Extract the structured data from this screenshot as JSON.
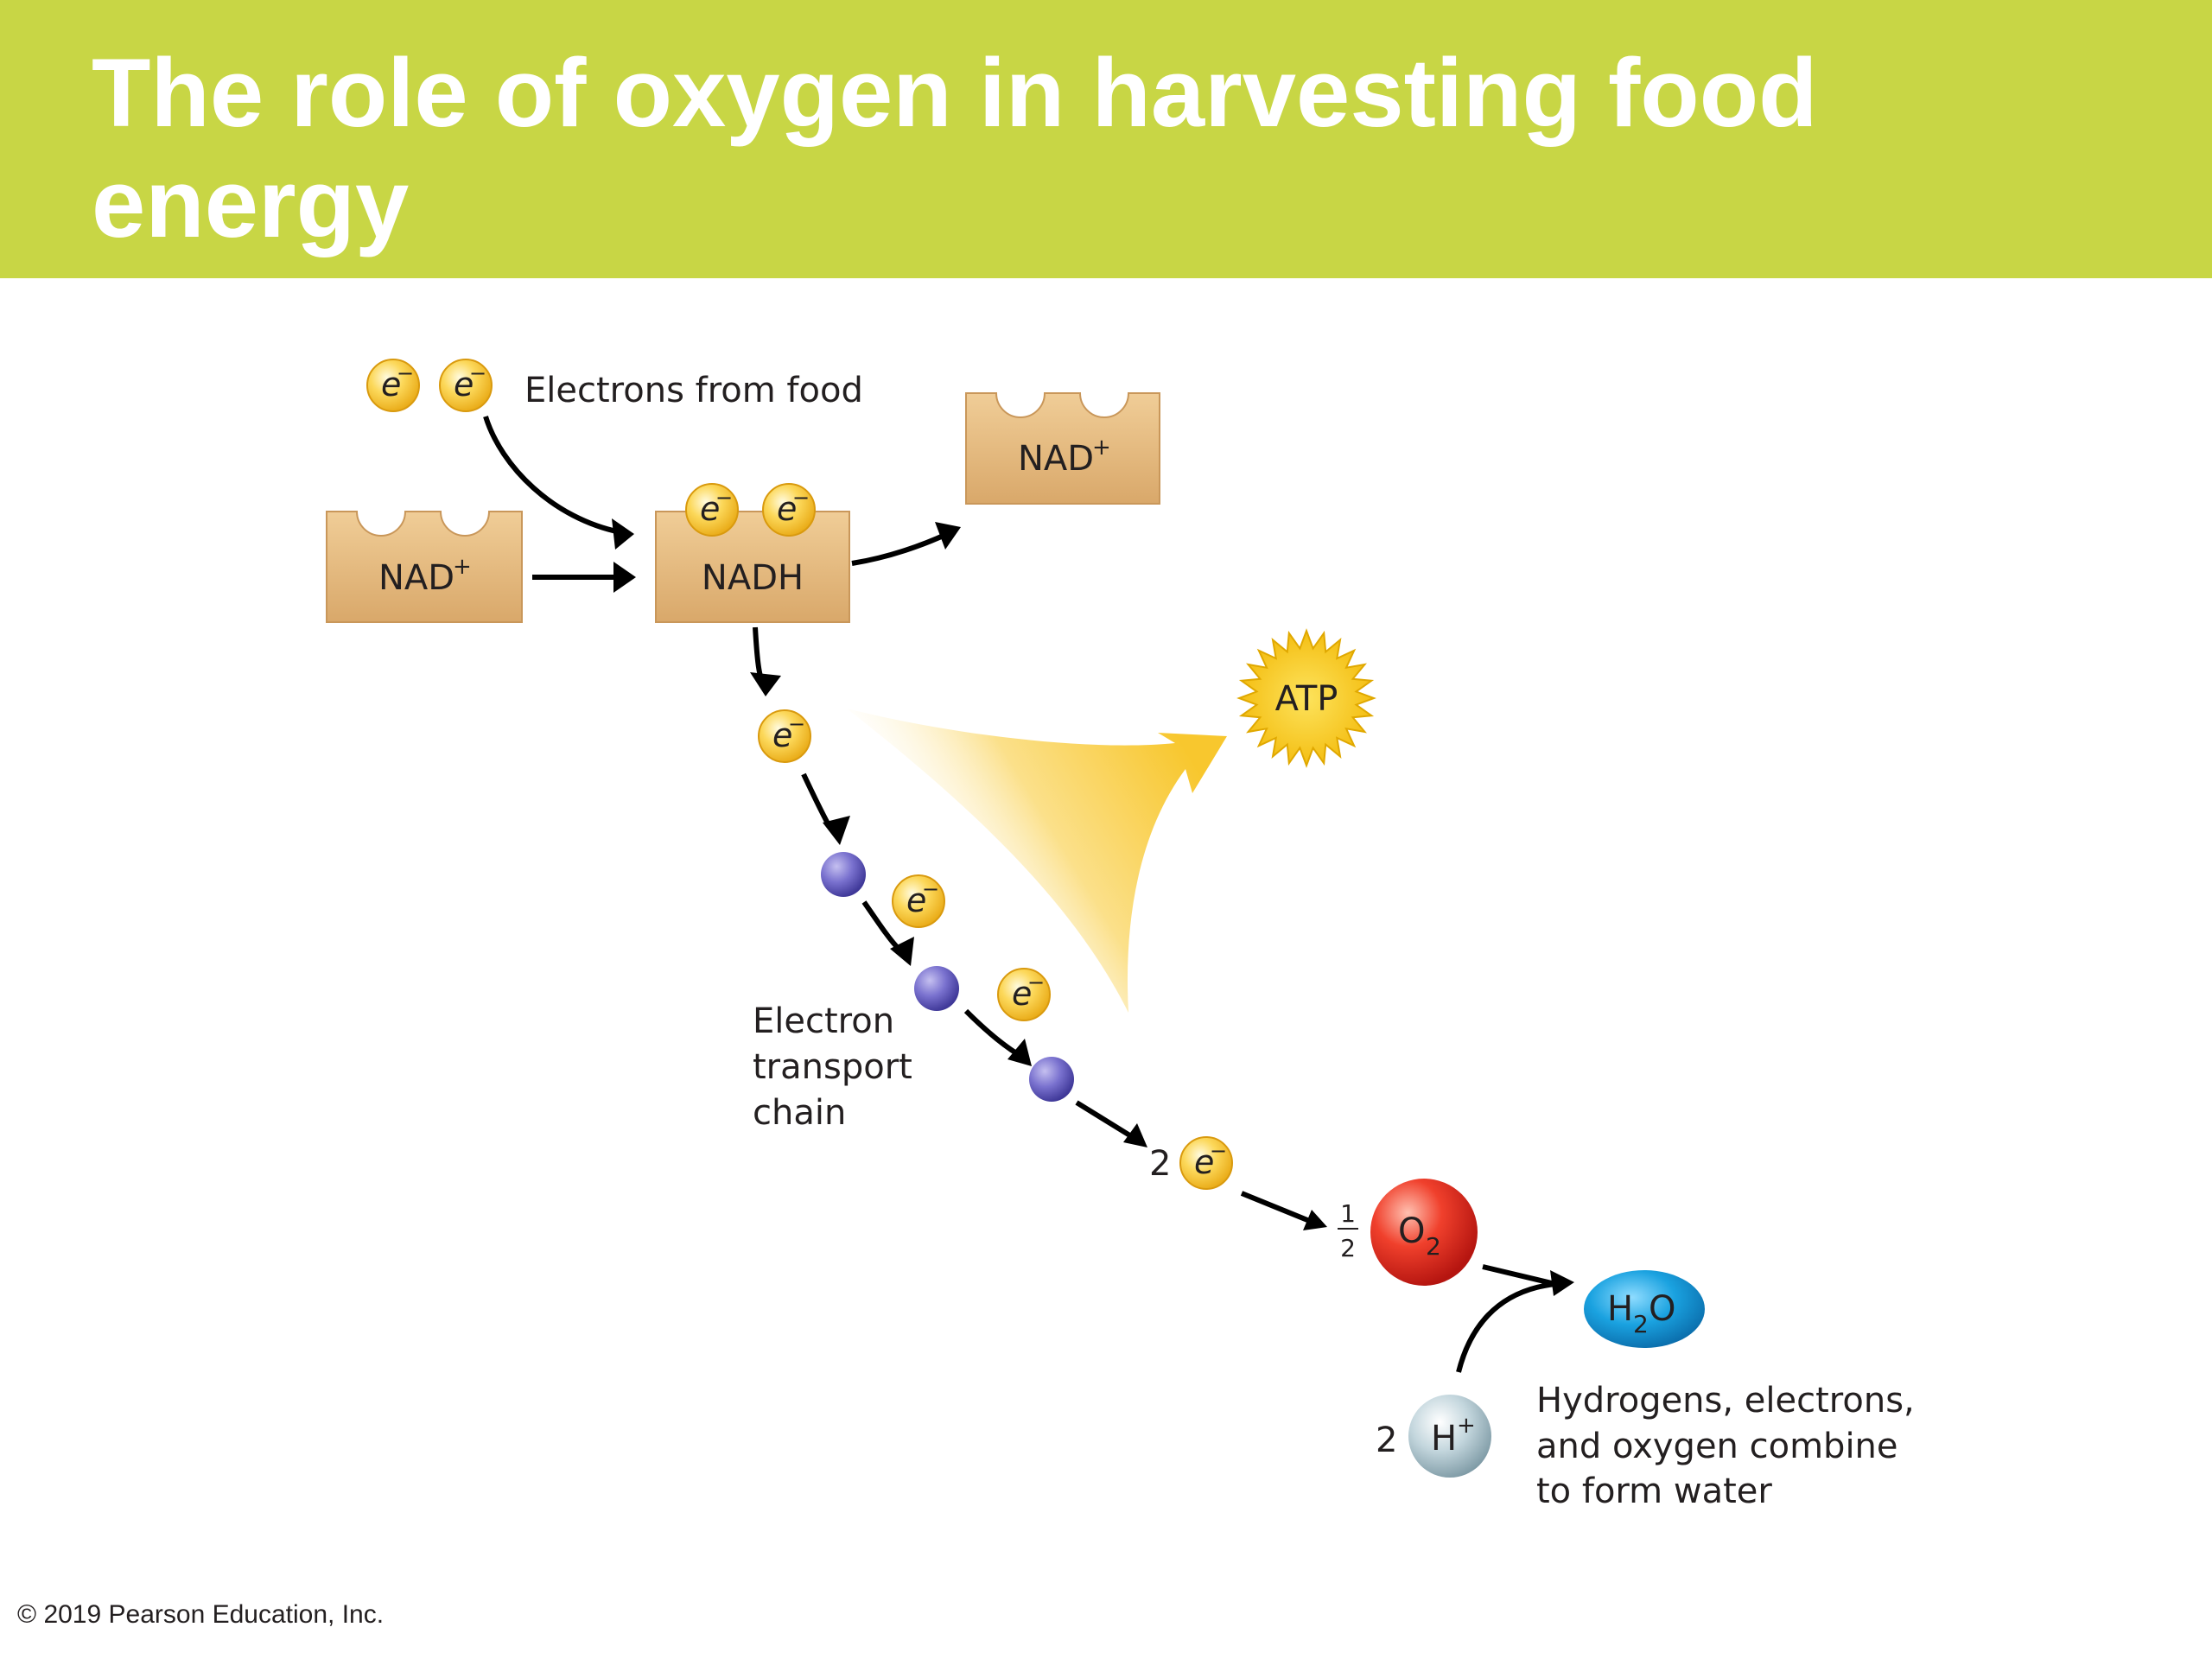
{
  "title": "The role of oxygen in harvesting food energy",
  "labels": {
    "electrons_from_food": "Electrons from food",
    "nad_plus_left": "NAD",
    "nad_plus_right": "NAD",
    "plus_sign": "+",
    "nadh": "NADH",
    "atp": "ATP",
    "electron": "e",
    "electron_charge": "−",
    "etc_line1": "Electron",
    "etc_line2": "transport",
    "etc_line3": "chain",
    "two_e_coef": "2",
    "half_num": "1",
    "half_den": "2",
    "o2_O": "O",
    "o2_sub": "2",
    "h2o_H": "H",
    "h2o_sub": "2",
    "h2o_O": "O",
    "h_plus_coef": "2",
    "h_plus_H": "H",
    "water_line1": "Hydrogens, electrons,",
    "water_line2": "and oxygen combine",
    "water_line3": "to form water"
  },
  "colors": {
    "header": "#c8d645",
    "box": "#e4b77a",
    "electron": "#f7c640",
    "carrier": "#6b63c4",
    "oxygen": "#e02a20",
    "water": "#1a9ad6",
    "hydrogen": "#a9c2cc",
    "atp": "#f9c80e"
  },
  "copyright": "© 2019 Pearson Education, Inc."
}
